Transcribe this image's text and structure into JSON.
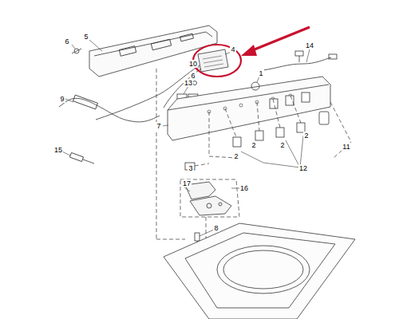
{
  "diagram": {
    "labels": [
      "6",
      "5",
      "4",
      "10",
      "6",
      "14",
      "13",
      "1",
      "9",
      "7",
      "3",
      "2",
      "2",
      "2",
      "2",
      "11",
      "12",
      "15",
      "17",
      "16",
      "8"
    ]
  }
}
